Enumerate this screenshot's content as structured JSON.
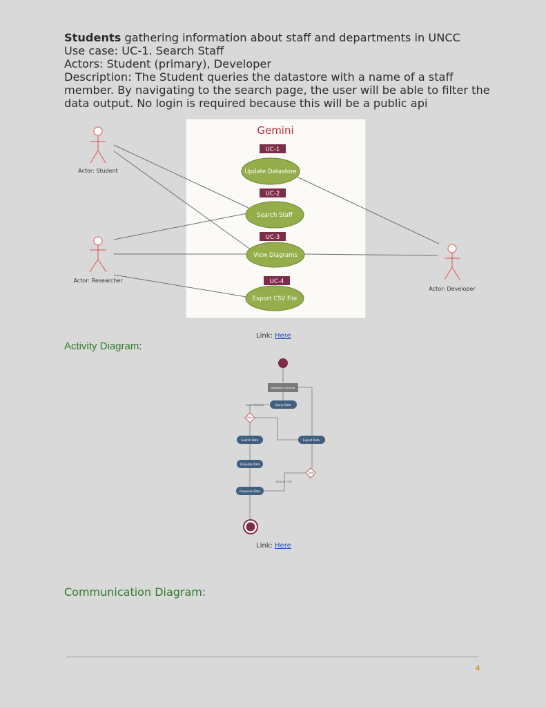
{
  "intro": {
    "line1_bold": "Students",
    "line1_rest": " gathering information about staff and departments in UNCC",
    "use_case": "Use case: UC-1. Search Staff",
    "actors": "Actors: Student (primary), Developer",
    "description": "Description: The Student queries the datastore with a name of a staff member. By navigating to the search page, the user will be able to filter the data output. No login is required because this will be a public api"
  },
  "use_case_diagram": {
    "system_name": "Gemini",
    "actors": {
      "student": "Actor: Student",
      "researcher": "Actor: Researcher",
      "developer": "Actor: Developer"
    },
    "use_cases": [
      {
        "tag": "UC-1",
        "label": "Update Datastore"
      },
      {
        "tag": "UC-2",
        "label": "Search Staff"
      },
      {
        "tag": "UC-3",
        "label": "View Diagrams"
      },
      {
        "tag": "UC-4",
        "label": "Export CSV File"
      }
    ],
    "link_label": "Link: ",
    "link_text": "Here"
  },
  "activity_diagram": {
    "heading": "Activity Diagram",
    "heading_colon": ":",
    "nodes": {
      "navigate": "Navigate to Home",
      "query": "Query Data",
      "filter_guard": "Filter (Yes/No)",
      "filter_decision": "Filter",
      "search": "Search Data",
      "export": "Export Data",
      "visualize": "Visualize Data",
      "type_decision": "Type",
      "json_csv": "JSON or CSV",
      "response": "Response Data"
    },
    "link_label": "Link: ",
    "link_text": "Here"
  },
  "communication_diagram": {
    "heading": "Communication Diagram",
    "heading_colon": ":"
  },
  "footer": {
    "page_number": "4"
  },
  "colors": {
    "actor": "#e05050",
    "use_case_fill": "#95ad4a",
    "tag_fill": "#7d2c4a",
    "system_title": "#b8283a",
    "activity_node": "#41607f",
    "heading_green": "#2f7a2b",
    "page_number": "#c79028"
  }
}
